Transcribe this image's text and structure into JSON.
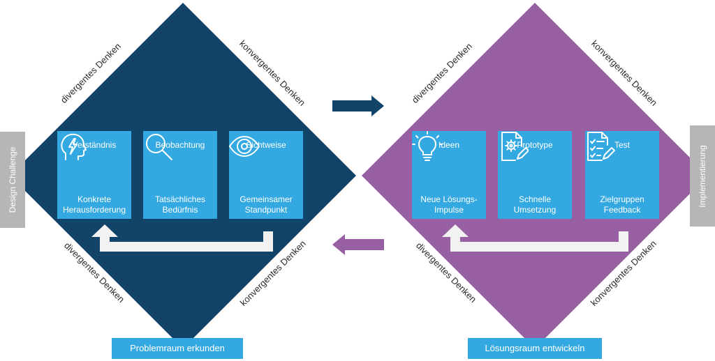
{
  "colors": {
    "problem_diamond": "#12446a",
    "solution_diamond": "#985fa3",
    "box": "#34a8e0",
    "feedback_arrow": "#f2f2f2",
    "side_label": "#b6b6b6",
    "forward_arrow": "#12446a",
    "back_arrow": "#985fa3"
  },
  "left": {
    "side_label": "Design Challenge",
    "diag_top_left": "divergentes Denken",
    "diag_top_right": "konvergentes Denken",
    "diag_bottom_left": "divergentes Denken",
    "diag_bottom_right": "konvergentes Denken",
    "bottom_label": "Problemraum erkunden",
    "boxes": [
      {
        "title": "Verständnis",
        "icon": "head-lightning-icon",
        "sub1": "Konkrete",
        "sub2": "Herausforderung"
      },
      {
        "title": "Beobachtung",
        "icon": "magnifier-icon",
        "sub1": "Tatsächliches",
        "sub2": "Bedürfnis"
      },
      {
        "title": "Sichtweise",
        "icon": "eye-icon",
        "sub1": "Gemeinsamer",
        "sub2": "Standpunkt"
      }
    ]
  },
  "right": {
    "side_label": "Implementierung",
    "diag_top_left": "divergentes Denken",
    "diag_top_right": "konvergentes Denken",
    "diag_bottom_left": "divergentes Denken",
    "diag_bottom_right": "konvergentes Denken",
    "bottom_label": "Lösungsraum entwickeln",
    "boxes": [
      {
        "title": "Ideen",
        "icon": "lightbulb-icon",
        "sub1": "Neue Lösungs-",
        "sub2": "Impulse"
      },
      {
        "title": "Prototype",
        "icon": "document-gear-icon",
        "sub1": "Schnelle",
        "sub2": "Umsetzung"
      },
      {
        "title": "Test",
        "icon": "checklist-pen-icon",
        "sub1": "Zielgruppen",
        "sub2": "Feedback"
      }
    ]
  }
}
